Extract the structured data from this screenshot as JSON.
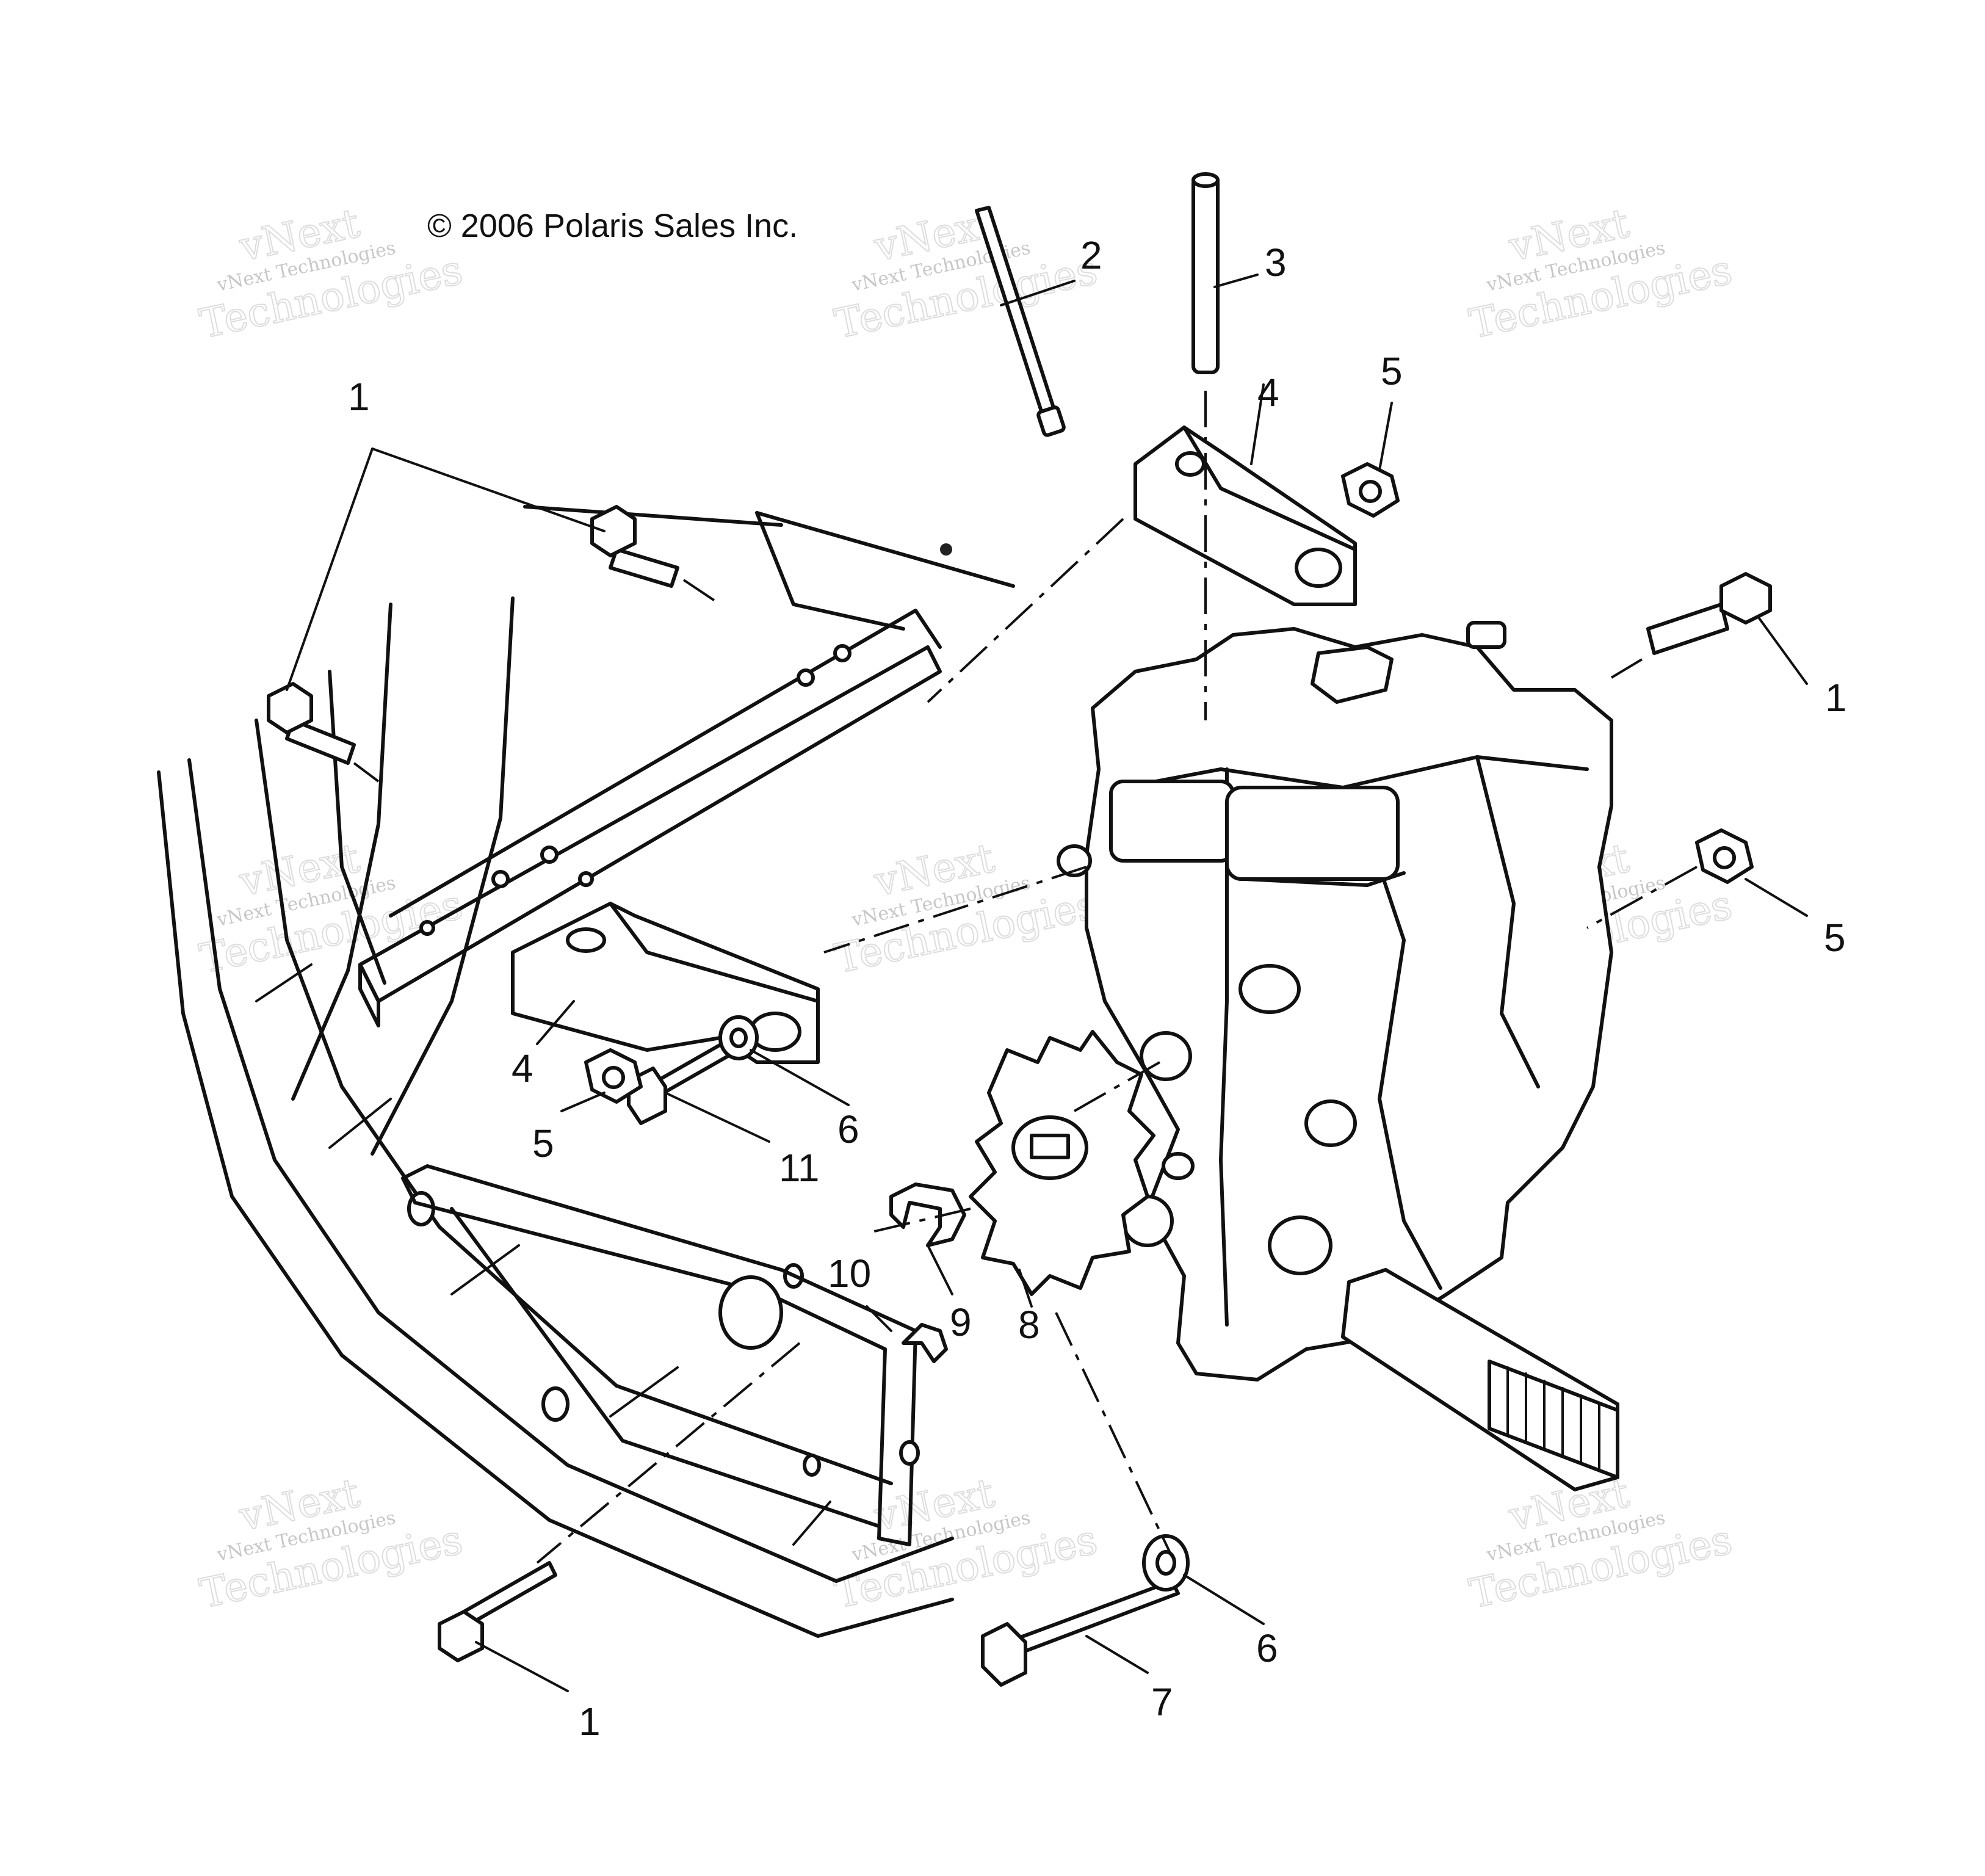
{
  "copyright": "© 2006 Polaris Sales Inc.",
  "watermark": {
    "line1": "vNext",
    "line2": "vNext Technologies",
    "line3": "Technologies"
  },
  "callouts": [
    {
      "id": "c1a",
      "label": "1"
    },
    {
      "id": "c2",
      "label": "2"
    },
    {
      "id": "c3",
      "label": "3"
    },
    {
      "id": "c4a",
      "label": "4"
    },
    {
      "id": "c5a",
      "label": "5"
    },
    {
      "id": "c1b",
      "label": "1"
    },
    {
      "id": "c5b",
      "label": "5"
    },
    {
      "id": "c4b",
      "label": "4"
    },
    {
      "id": "c5c",
      "label": "5"
    },
    {
      "id": "c6a",
      "label": "6"
    },
    {
      "id": "c11",
      "label": "11"
    },
    {
      "id": "c10",
      "label": "10"
    },
    {
      "id": "c9",
      "label": "9"
    },
    {
      "id": "c8",
      "label": "8"
    },
    {
      "id": "c6b",
      "label": "6"
    },
    {
      "id": "c7",
      "label": "7"
    },
    {
      "id": "c1c",
      "label": "1"
    }
  ]
}
